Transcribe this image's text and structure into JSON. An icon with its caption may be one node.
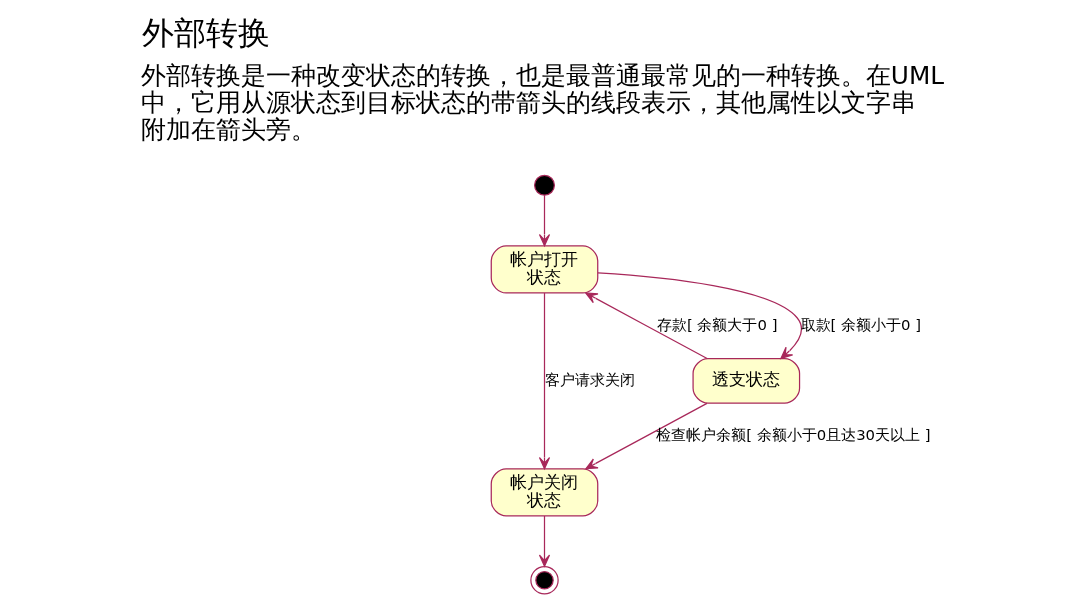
{
  "diagram": {
    "title": "外部转换",
    "nodes": [
      {
        "text": [],
        "shape": "circle"
      },
      {
        "text": [
          "帐户打开状态"
        ]
      },
      {
        "text": [
          "透支状态"
        ]
      },
      {
        "text": [
          "帐户关闭状态"
        ]
      },
      {
        "text": [],
        "shape": "circle"
      }
    ],
    "edges": [
      {
        "from": 0,
        "to": 1,
        "arrow": "to"
      },
      {
        "from": 1,
        "to": 3,
        "arrow": "to",
        "label": "客户请求关闭"
      },
      {
        "from": 2,
        "to": 1,
        "arrow": "to",
        "label": "存款[ 余额大于0 ]"
      },
      {
        "from": 1,
        "to": 2,
        "arrow": "to",
        "label": "取款[ 余额小于0 ]"
      },
      {
        "from": 2,
        "to": 3,
        "arrow": "to",
        "label": "检查帐户余额[ 余额小于0且达30天以上 ]"
      },
      {
        "from": 3,
        "to": 4,
        "arrow": "to"
      }
    ],
    "labels": [
      "外部转换是一种改变状态的转换，也是最普通最常见的一种转换。在UML中，它用从源状态到目标状态的带箭头的线段表示，其他属性以文字串附加在箭头旁。"
    ]
  }
}
